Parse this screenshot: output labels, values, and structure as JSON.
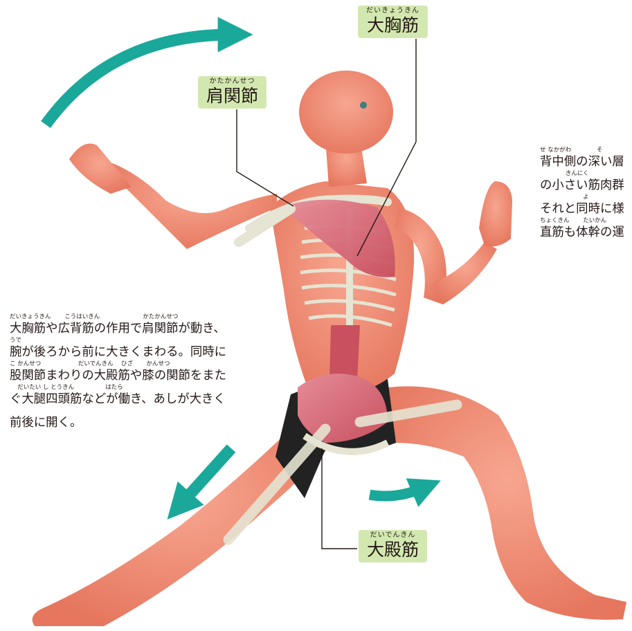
{
  "labels": {
    "daikyokin": {
      "ruby": "だいきょうきん",
      "text": "大胸筋"
    },
    "katakansetsu": {
      "ruby": "かたかんせつ",
      "text": "肩関節"
    },
    "daidenkin": {
      "ruby": "だいでんきん",
      "text": "大殿筋"
    }
  },
  "left_paragraph": {
    "lines": [
      {
        "ruby": "だいきょうきん　　 こうはいきん　　　　　　　 かたかんせつ",
        "text": "大胸筋や広背筋の作用で肩関節が動き、"
      },
      {
        "ruby": "うで",
        "text": "腕が後ろから前に大きくまわる。同時に"
      },
      {
        "ruby": "こ かんせつ　　　　　　 だいでんきん　 ひざ　　 かんせつ",
        "text": "股関節まわりの大殿筋や膝の関節をまた"
      },
      {
        "ruby": "　 だいたい し とうきん　　　　　 はたら",
        "text": "ぐ大腿四頭筋などが働き、あしが大きく"
      },
      {
        "ruby": "",
        "text": "前後に開く。"
      }
    ]
  },
  "right_paragraph": {
    "lines": [
      {
        "ruby": "せ なかがわ　　　　 そ",
        "text": "背中側の深い層"
      },
      {
        "ruby": "　　　　 きんにく",
        "text": "の小さい筋肉群"
      },
      {
        "ruby": "　　　　　　　 よ",
        "text": "それと同時に様"
      },
      {
        "ruby": "ちょくきん　　 たいかん",
        "text": "直筋も体幹の運"
      }
    ]
  },
  "colors": {
    "arrow": "#1aa89a",
    "label_bg": "#d3e8b0",
    "skin": "#ee8a72",
    "muscle": "#d86b78",
    "bone": "#e6e4d2",
    "shorts": "#222222"
  }
}
